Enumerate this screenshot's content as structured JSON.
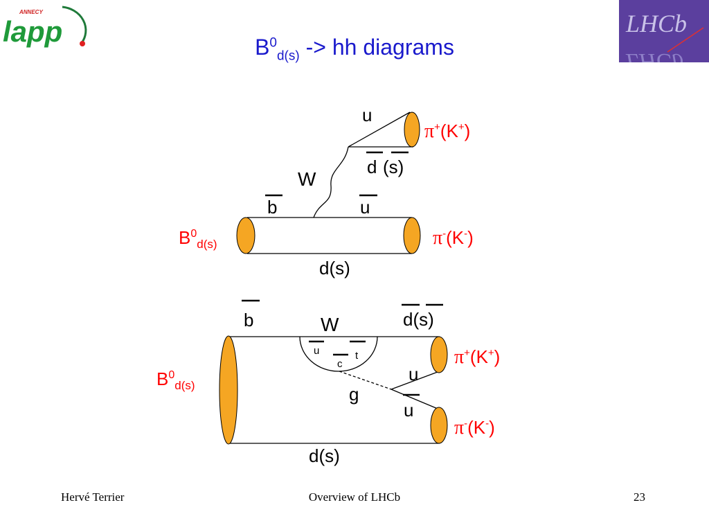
{
  "title": {
    "base": "B",
    "sup": "0",
    "sub": "d(s)",
    "rest": " -> hh diagrams"
  },
  "logos": {
    "lapp_text": "lapp",
    "lapp_sub": "ANNECY",
    "lhcb_text": "LHCb",
    "lhcb_mirror": "LHCb"
  },
  "colors": {
    "title": "#1a1acc",
    "meson_fill": "#f5a623",
    "meson_label": "#ff0000",
    "lhcb_bg": "#5b3f9e"
  },
  "diagram_tree": {
    "quark_u_top": "u",
    "antiquark_ds_top": "d",
    "antiquark_ds_top_s": "(s)",
    "boson_w": "W",
    "antiquark_b": "b",
    "antiquark_u": "u",
    "spectator": "d(s)",
    "b_meson": "B",
    "b_meson_sup": "0",
    "b_meson_sub": "d(s)",
    "pi_plus": "π",
    "pi_plus_sup": "+",
    "k_plus_open": "(K",
    "k_plus_sup": "+",
    "k_plus_close": ")",
    "pi_minus": "π",
    "pi_minus_sup": "-",
    "k_minus_open": "(K",
    "k_minus_sup": "-",
    "k_minus_close": ")"
  },
  "diagram_penguin": {
    "antiquark_b": "b",
    "boson_w": "W",
    "antiquark_ds": "d(s)",
    "loop_u": "u",
    "loop_c": "c",
    "loop_t": "t",
    "gluon": "g",
    "quark_u": "u",
    "antiquark_u": "u",
    "spectator": "d(s)",
    "b_meson": "B",
    "b_meson_sup": "0",
    "b_meson_sub": "d(s)",
    "pi_plus": "π",
    "pi_plus_sup": "+",
    "k_plus_open": "(K",
    "k_plus_sup": "+",
    "k_plus_close": ")",
    "pi_minus": "π",
    "pi_minus_sup": "-",
    "k_minus_open": "(K",
    "k_minus_sup": "-",
    "k_minus_close": ")"
  },
  "footer": {
    "author": "Hervé Terrier",
    "talk": "Overview of LHCb",
    "page": "23"
  }
}
